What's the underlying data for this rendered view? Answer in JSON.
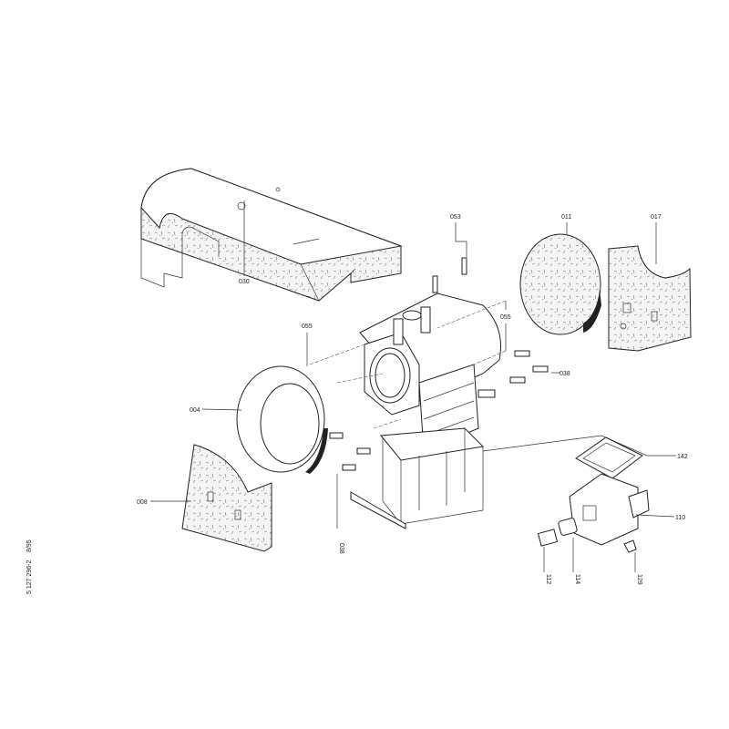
{
  "drawing": {
    "doc_number": "5 127 296-2",
    "date": "8/95"
  },
  "callouts": {
    "p030": "030",
    "p053": "053",
    "p011": "011",
    "p017": "017",
    "p055a": "055",
    "p055b": "055",
    "p038a": "038",
    "p004": "004",
    "p008": "008",
    "p038b": "038",
    "p142": "142",
    "p110": "110",
    "p112": "112",
    "p114": "114",
    "p129": "129"
  }
}
